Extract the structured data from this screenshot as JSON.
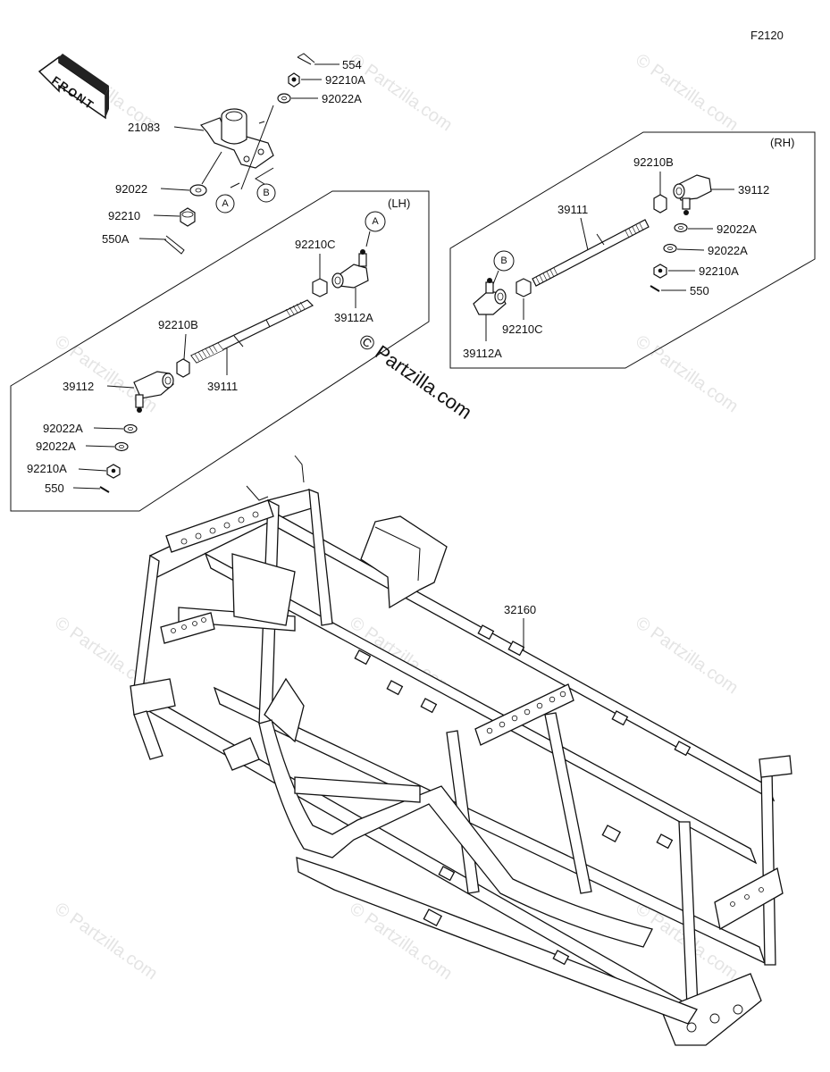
{
  "figure_code": "F2120",
  "front_label": "FRONT",
  "copyright": "© Partzilla.com",
  "watermark": "© Partzilla.com",
  "groups": {
    "lh": "(LH)",
    "rh": "(RH)"
  },
  "markers": {
    "a": "A",
    "b": "B"
  },
  "labels": {
    "p554": "554",
    "p92210A_top": "92210A",
    "p92022A_top": "92022A",
    "p21083": "21083",
    "p92022": "92022",
    "p92210": "92210",
    "p550A": "550A",
    "lh_92210C": "92210C",
    "lh_39112A": "39112A",
    "lh_92210B": "92210B",
    "lh_39112": "39112",
    "lh_39111": "39111",
    "lh_92022A_1": "92022A",
    "lh_92022A_2": "92022A",
    "lh_92210A": "92210A",
    "lh_550": "550",
    "rh_92210B": "92210B",
    "rh_39112": "39112",
    "rh_39111": "39111",
    "rh_92022A_1": "92022A",
    "rh_92022A_2": "92022A",
    "rh_92210A": "92210A",
    "rh_550": "550",
    "rh_92210C": "92210C",
    "rh_39112A": "39112A",
    "frame_32160": "32160"
  }
}
